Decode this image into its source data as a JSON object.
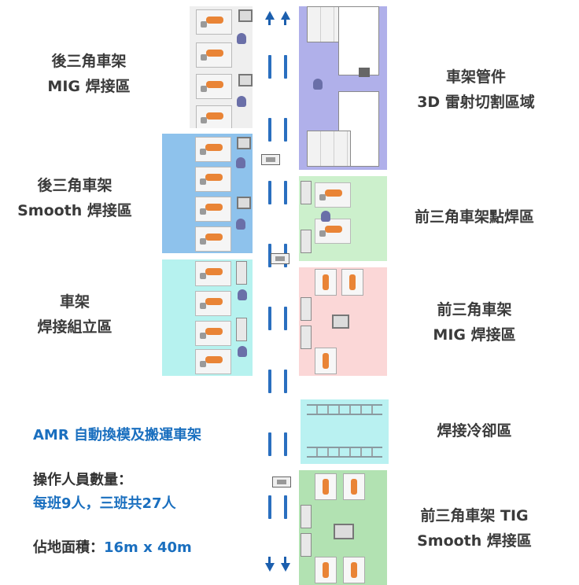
{
  "zones": {
    "rear_mig": [
      "後三角車架",
      "MIG 焊接區"
    ],
    "rear_smooth": [
      "後三角車架",
      "Smooth 焊接區"
    ],
    "frame_assembly": [
      "車架",
      "焊接組立區"
    ],
    "laser_cutting": [
      "車架管件",
      "3D 雷射切割區域"
    ],
    "front_spot": [
      "前三角車架點焊區"
    ],
    "front_mig": [
      "前三角車架",
      "MIG 焊接區"
    ],
    "cooling": [
      "焊接冷卻區"
    ],
    "front_tig": [
      "前三角車架 TIG",
      "Smooth 焊接區"
    ]
  },
  "info": {
    "amr": "AMR 自動換模及搬運車架",
    "staff_label": "操作人員數量：",
    "staff_value": "每班9人，三班共27人",
    "area_label": "佔地面積：",
    "area_value": "16m x 40m"
  },
  "colors": {
    "rear_mig_bg": "#efefef",
    "rear_smooth_bg": "#8ec2ec",
    "assembly_bg": "#b6f2ef",
    "laser_bg": "#b0b0ea",
    "spot_bg": "#ccf0cc",
    "front_mig_bg": "#fbd7d7",
    "cooling_bg": "#b9f1f1",
    "tig_bg": "#b2e2b2",
    "accent_blue": "#1a6fbf",
    "weld_orange": "#e98436"
  }
}
